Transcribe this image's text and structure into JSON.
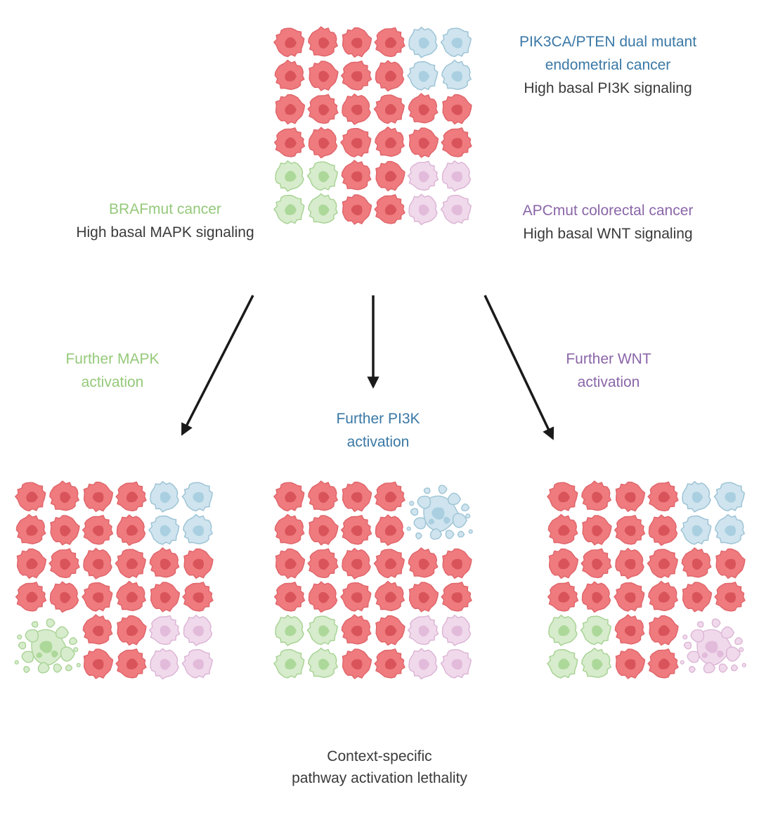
{
  "colors": {
    "red_fill": "#ef7b7f",
    "red_stroke": "#e0666b",
    "red_nucleus": "#d9545a",
    "blue_fill": "#cfe4ee",
    "blue_stroke": "#9ec4d6",
    "blue_nucleus": "#a9cfe1",
    "green_fill": "#d7eccc",
    "green_stroke": "#a9d396",
    "green_nucleus": "#acd89a",
    "pink_fill": "#f1d9ec",
    "pink_stroke": "#dcb6d5",
    "pink_nucleus": "#e2bbdb",
    "arrow": "#1a1a1a"
  },
  "labels": {
    "pik3ca_title": [
      "PIK3CA/PTEN dual mutant",
      "endometrial cancer"
    ],
    "pik3ca_sub": "High basal PI3K signaling",
    "braf_title": "BRAFmut cancer",
    "braf_sub": "High basal MAPK signaling",
    "apc_title": "APCmut colorectal cancer",
    "apc_sub": "High basal WNT signaling",
    "mapk_activation": [
      "Further MAPK",
      "activation"
    ],
    "pi3k_activation": [
      "Further PI3K",
      "activation"
    ],
    "wnt_activation": [
      "Further WNT",
      "activation"
    ],
    "conclusion": [
      "Context-specific",
      "pathway activation lethality"
    ]
  },
  "label_colors": {
    "blue": "#3a78a6",
    "green": "#95c97a",
    "purple": "#8a66a8"
  },
  "grids": {
    "top": [
      [
        "R",
        "R",
        "R",
        "R",
        "B",
        "B"
      ],
      [
        "R",
        "R",
        "R",
        "R",
        "B",
        "B"
      ],
      [
        "R",
        "R",
        "R",
        "R",
        "R",
        "R"
      ],
      [
        "R",
        "R",
        "R",
        "R",
        "R",
        "R"
      ],
      [
        "G",
        "G",
        "R",
        "R",
        "P",
        "P"
      ],
      [
        "G",
        "G",
        "R",
        "R",
        "P",
        "P"
      ]
    ],
    "left": [
      [
        "R",
        "R",
        "R",
        "R",
        "B",
        "B"
      ],
      [
        "R",
        "R",
        "R",
        "R",
        "B",
        "B"
      ],
      [
        "R",
        "R",
        "R",
        "R",
        "R",
        "R"
      ],
      [
        "R",
        "R",
        "R",
        "R",
        "R",
        "R"
      ],
      [
        "-",
        "-",
        "R",
        "R",
        "P",
        "P"
      ],
      [
        "-",
        "-",
        "R",
        "R",
        "P",
        "P"
      ]
    ],
    "middle": [
      [
        "R",
        "R",
        "R",
        "R",
        "-",
        "-"
      ],
      [
        "R",
        "R",
        "R",
        "R",
        "-",
        "-"
      ],
      [
        "R",
        "R",
        "R",
        "R",
        "R",
        "R"
      ],
      [
        "R",
        "R",
        "R",
        "R",
        "R",
        "R"
      ],
      [
        "G",
        "G",
        "R",
        "R",
        "P",
        "P"
      ],
      [
        "G",
        "G",
        "R",
        "R",
        "P",
        "P"
      ]
    ],
    "right": [
      [
        "R",
        "R",
        "R",
        "R",
        "B",
        "B"
      ],
      [
        "R",
        "R",
        "R",
        "R",
        "B",
        "B"
      ],
      [
        "R",
        "R",
        "R",
        "R",
        "R",
        "R"
      ],
      [
        "R",
        "R",
        "R",
        "R",
        "R",
        "R"
      ],
      [
        "G",
        "G",
        "R",
        "R",
        "-",
        "-"
      ],
      [
        "G",
        "G",
        "R",
        "R",
        "-",
        "-"
      ]
    ]
  },
  "dying_cells": {
    "left": "G",
    "middle": "B",
    "right": "P"
  }
}
